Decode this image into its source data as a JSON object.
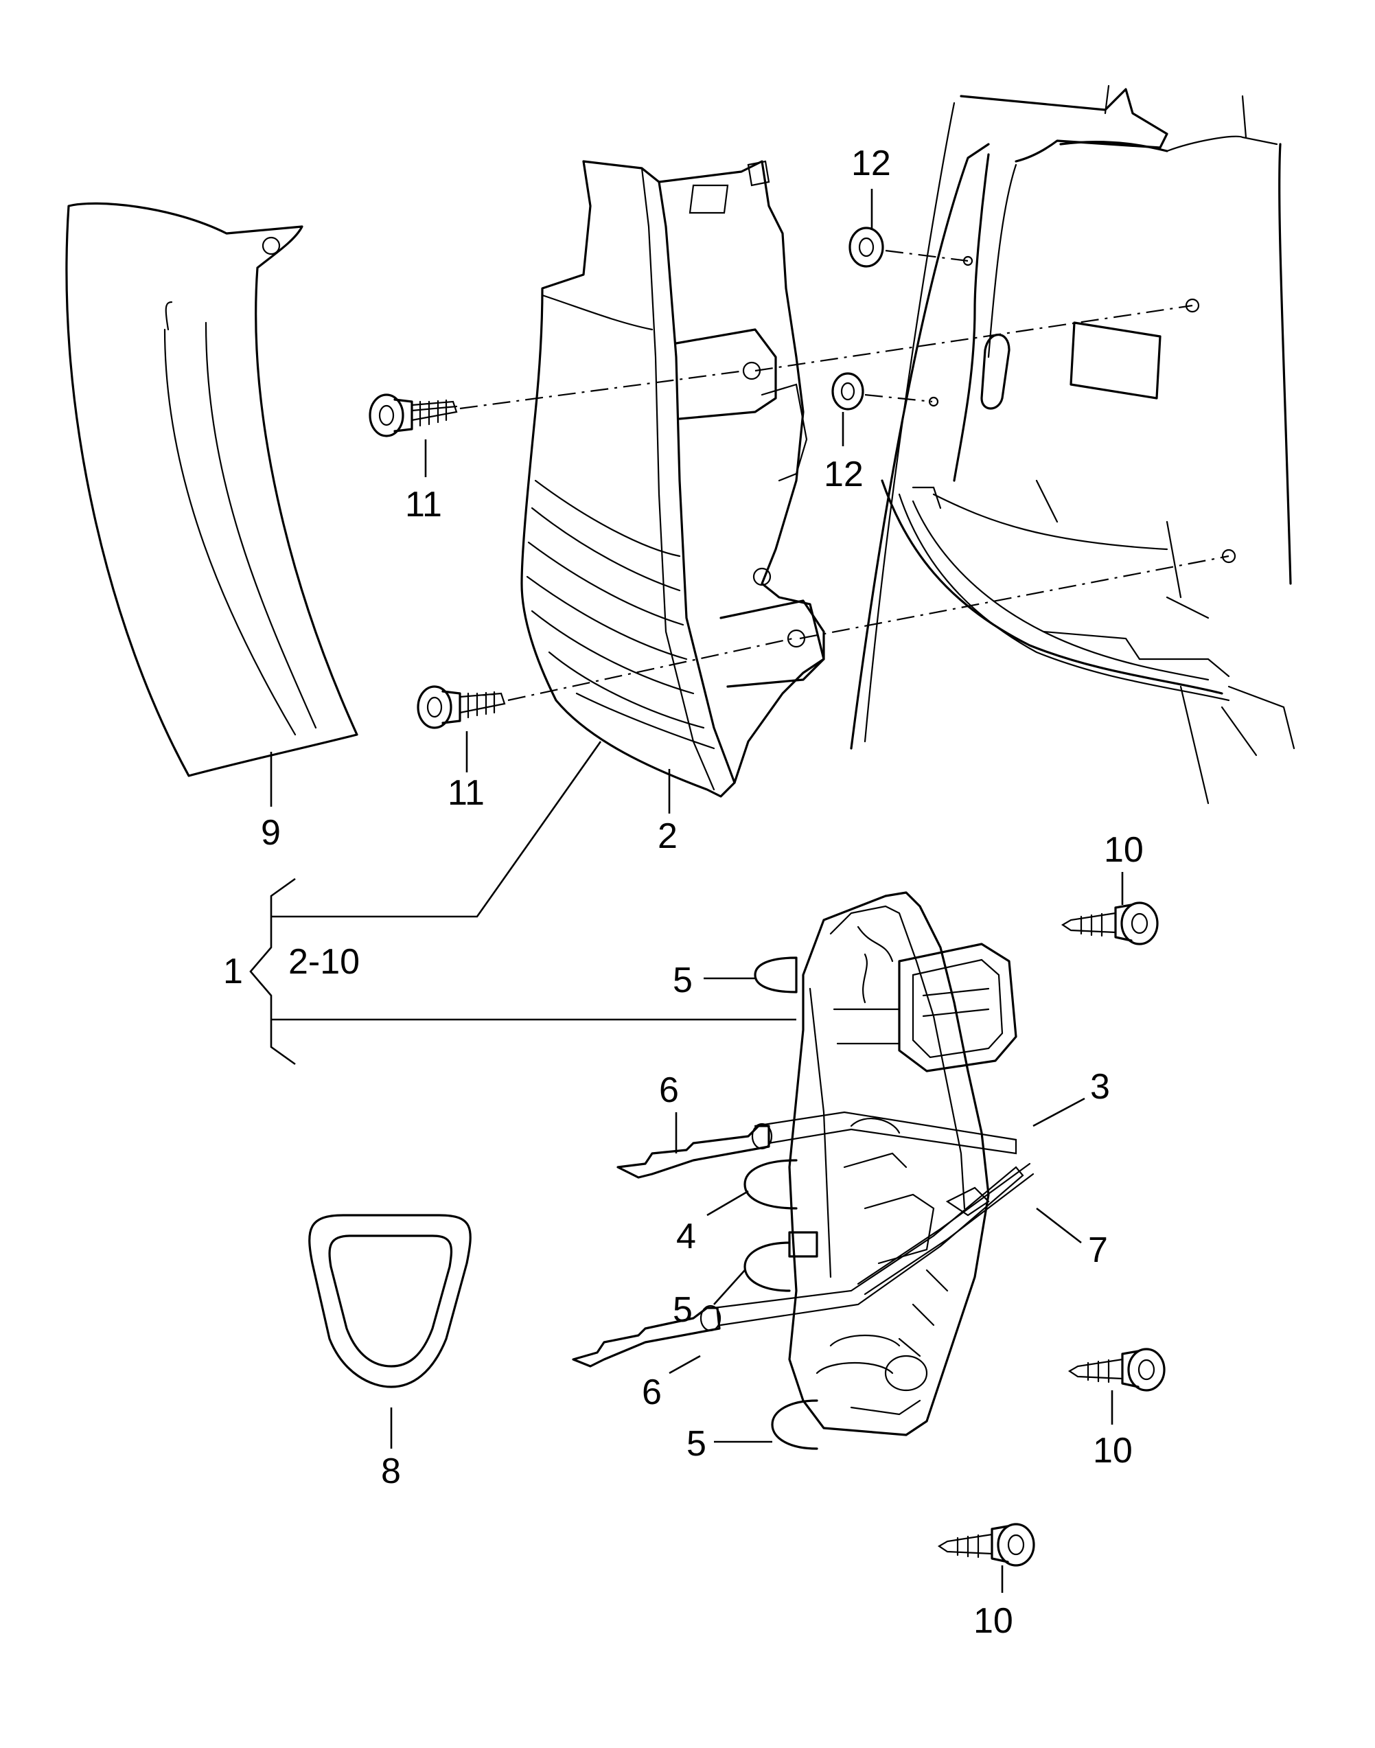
{
  "callouts": {
    "c1": "1",
    "c1_range": "2-10",
    "c2": "2",
    "c3": "3",
    "c4": "4",
    "c5a": "5",
    "c5b": "5",
    "c5c": "5",
    "c6a": "6",
    "c6b": "6",
    "c7": "7",
    "c8": "8",
    "c9": "9",
    "c10a": "10",
    "c10b": "10",
    "c10c": "10",
    "c11a": "11",
    "c11b": "11",
    "c12a": "12",
    "c12b": "12"
  }
}
